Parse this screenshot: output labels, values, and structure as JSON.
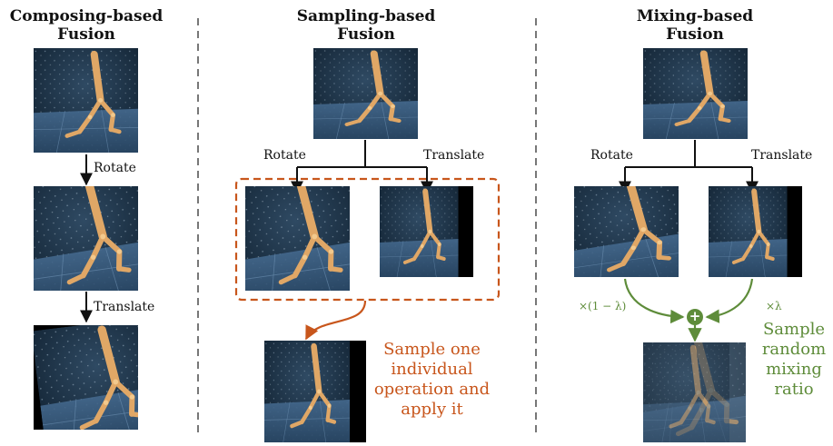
{
  "columns": [
    {
      "title_line1": "Composing-based",
      "title_line2": "Fusion"
    },
    {
      "title_line1": "Sampling-based",
      "title_line2": "Fusion"
    },
    {
      "title_line1": "Mixing-based",
      "title_line2": "Fusion"
    }
  ],
  "composing": {
    "op1": "Rotate",
    "op2": "Translate"
  },
  "sampling": {
    "op_left": "Rotate",
    "op_right": "Translate",
    "note_lines": [
      "Sample one",
      "individual",
      "operation and",
      "apply it"
    ],
    "note_color": "#c8561c"
  },
  "mixing": {
    "op_left": "Rotate",
    "op_right": "Translate",
    "weight_left": "×(1 − λ)",
    "weight_right": "×λ",
    "plus": "+",
    "note_lines": [
      "Sample",
      "random",
      "mixing",
      "ratio"
    ],
    "note_color": "#5e8c3a"
  }
}
